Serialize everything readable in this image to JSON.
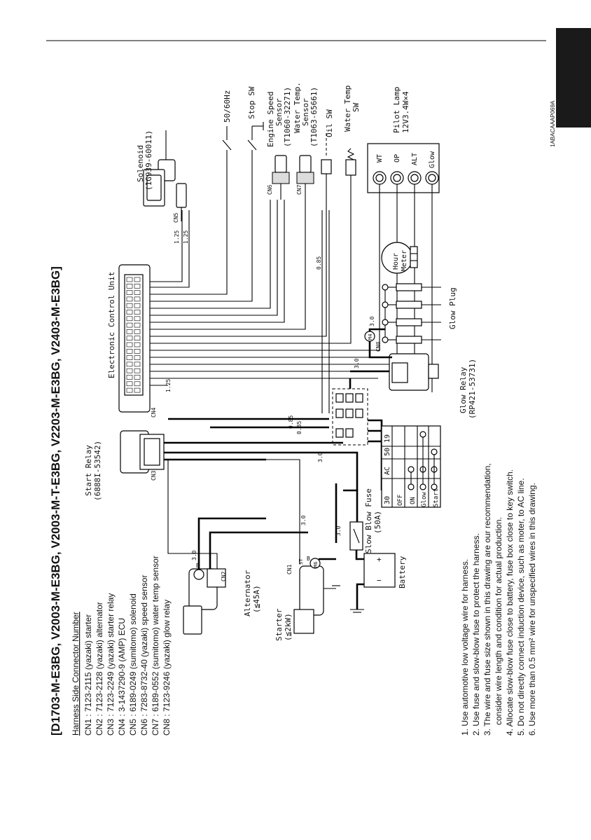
{
  "header": {
    "tab_color": "#1a1a1a",
    "rule_color": "#000000"
  },
  "title": "[D1703-M-E3BG, V2003-M-E3BG, V2003-M-T-E3BG, V2203-M-E3BG, V2403-M-E3BG]",
  "doc_code": "1ABACAAAP069A",
  "connectors": {
    "heading": "Harness Side Connector Number",
    "items": [
      "CN1 : 7123-2115 (yazaki) starter",
      "CN2 : 7123-2128 (yazaki) alternator",
      "CN3 : 7123-2249 (yazaki) starter relay",
      "CN4 : 3-1437290-9 (AMP) ECU",
      "CN5 : 6189-0249 (sumitomo) solenoid",
      "CN6 : 7283-8732-40 (yazaki) speed sensor",
      "CN7 : 6189-0552 (sumitomo) water temp sensor",
      "CN8 : 7123-9246 (yazaki) glow relay"
    ]
  },
  "notes": [
    "1. Use automotive low voltage wire for harness.",
    "2. Use fuse and slow-blow fuse to protect the harness.",
    "3. The wire and fuse size shown in this drawing are our recommendation,",
    "consider wire length and condition for actual production.",
    "4. Allocate slow-blow fuse close to battery, fuse box close to key switch.",
    "5. Do not directly connect induction device, such as moter, to AC line.",
    "6. Use more than 0.5 mm² wire for unspecified wires in this drawing."
  ],
  "labels": {
    "solenoid": "Solenoid",
    "solenoid_pn": "(1G939-60011)",
    "hz": "50/60Hz",
    "stop_sw": "Stop SW",
    "engine_speed": "Engine Speed",
    "sensor": "Sensor",
    "speed_pn": "(T1060-32271)",
    "water_temp": "Water Temp.",
    "water_temp_pn": "(T1063-65661)",
    "oil_sw": "Oil SW",
    "water_temp_sw": "Water Temp",
    "sw": "SW",
    "pilot_lamp": "Pilot Lamp",
    "pilot_lamp_spec": "12V3.4W×4",
    "lamp_wt": "WT",
    "lamp_op": "OP",
    "lamp_alt": "ALT",
    "lamp_glow": "Glow",
    "ecu": "Electronic Control Unit",
    "hour": "Hour",
    "meter": "Meter",
    "glow_plug": "Glow Plug",
    "glow_relay": "Glow Relay",
    "glow_relay_pn": "(RP421-53731)",
    "start_relay": "Start Relay",
    "start_relay_pn": "(6888I-53542)",
    "slow_blow": "Slow Blow Fuse",
    "slow_blow_rating": "(50A)",
    "alternator": "Alternator",
    "alternator_rating": "(≦45A)",
    "starter": "Starter",
    "starter_rating": "(≦2kW)",
    "battery": "Battery",
    "cn1": "CN1",
    "cn2": "CN2",
    "cn3": "CN3",
    "cn4": "CN4",
    "cn5": "CN5",
    "cn6": "CN6",
    "cn7": "CN7",
    "cn8": "CN8",
    "st": "ST",
    "b": "B",
    "m6": "M6",
    "m4": "M4",
    "w125a": "1.25",
    "w125b": "1.25",
    "w125c": "1.25",
    "w085a": "0.85",
    "w085b": "0.85",
    "w085c": "0.85",
    "w30a": "3.0",
    "w30b": "3.0",
    "w30c": "3.0",
    "w30d": "3.0",
    "w30e": "3.0",
    "w30f": "3.0"
  },
  "key_switch": {
    "columns": [
      "30",
      "AC",
      "50",
      "19"
    ],
    "rows": [
      "OFF",
      "ON",
      "Glow",
      "Start"
    ]
  }
}
